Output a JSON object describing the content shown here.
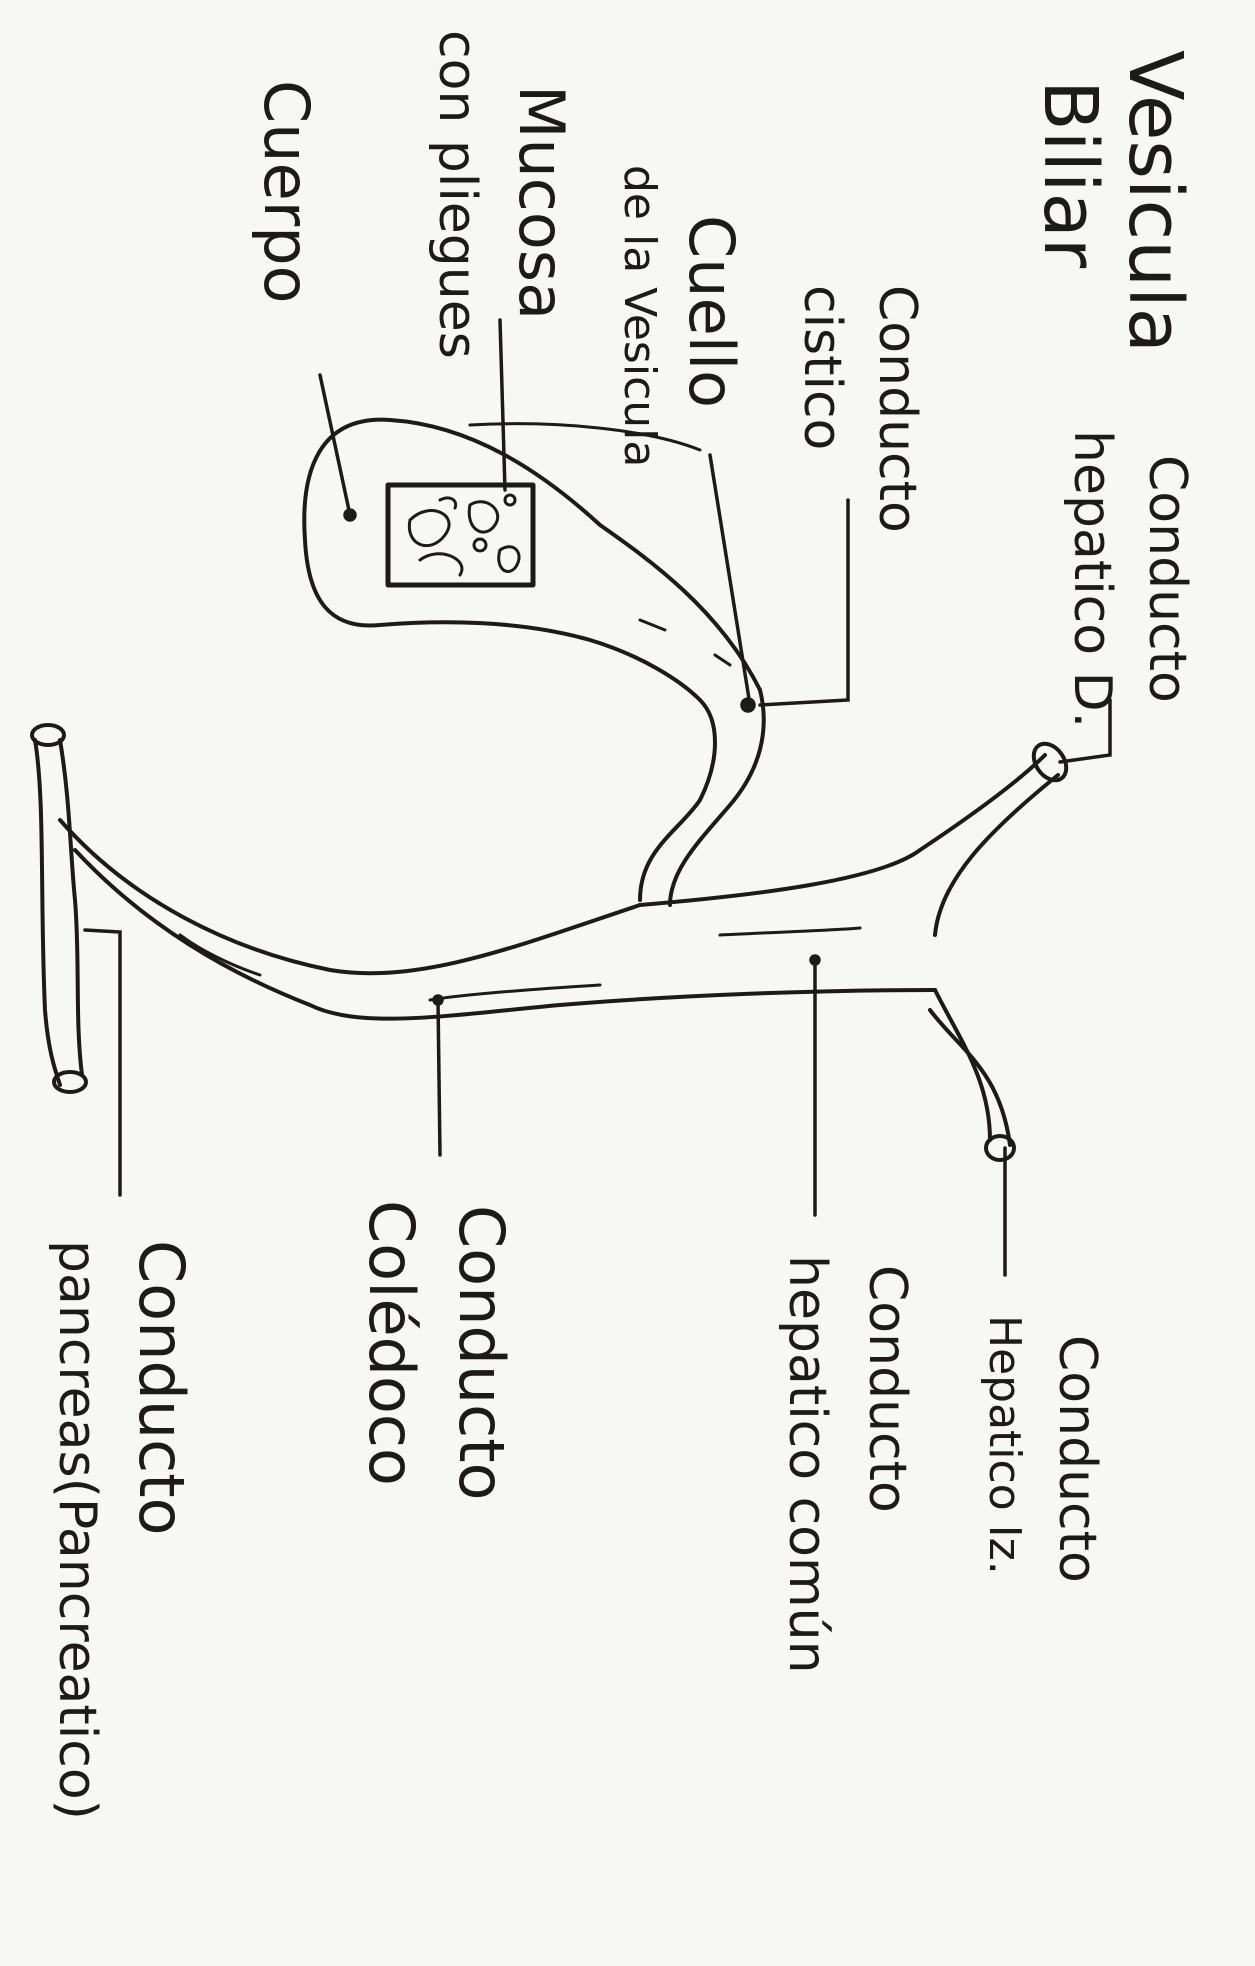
{
  "title": {
    "line1": "Vesicula",
    "line2": "Biliar"
  },
  "labels": {
    "cuerpo": "Cuerpo",
    "mucosa_line1": "Mucosa",
    "mucosa_line2": "con pliegues",
    "cuello_line1": "Cuello",
    "cuello_line2": "de la Vesicula",
    "cistico_line1": "Conducto",
    "cistico_line2": "cistico",
    "hepatico_d_line1": "Conducto",
    "hepatico_d_line2": "hepatico D.",
    "hepatico_iz_line1": "Conducto",
    "hepatico_iz_line2": "Hepatico Iz.",
    "hepatico_comun_line1": "Conducto",
    "hepatico_comun_line2": "hepatico común",
    "coledoco_line1": "Conducto",
    "coledoco_line2": "Colédoco",
    "pancreas_line1": "Conducto",
    "pancreas_line2": "pancreas(Pancreatico)"
  },
  "colors": {
    "ink": "#1e1a1a",
    "paper": "#f7f7f5"
  }
}
